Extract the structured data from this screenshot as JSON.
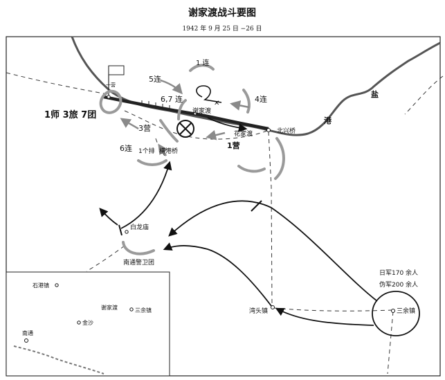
{
  "title": "谢家渡战斗要图",
  "subtitle": "1942 年 9 月 25 日 −26 日",
  "colors": {
    "river": "#5a5a5a",
    "unit": "#9a9a9a",
    "ink": "#111111"
  },
  "labels": {
    "yiying": "一营",
    "brigade": "1师 3旅 7团",
    "company5": "5连",
    "company1": "1 连",
    "company67": "6,7 连",
    "company4": "4连",
    "xiejiadu": "谢家渡",
    "battalion3": "3营",
    "huajiadu": "花家渡",
    "beixingqiao": "北兴桥",
    "battalion1": "1营",
    "company6": "6连",
    "platoon1": "1个排",
    "hengganqiao": "横港桥",
    "river_name_1": "盐",
    "river_name_2": "港",
    "bailongmiao": "白龙庙",
    "guard": "南通警卫团",
    "jp_troops": "日军170 余人",
    "puppet_troops": "伪军200 余人",
    "wantouzhen": "湾头镇",
    "sanyuzhen": "三余镇"
  },
  "inset": {
    "shigangzhen": "石港镇",
    "xiejiadu": "谢家渡",
    "sanyuzhen": "三余镇",
    "jinsha": "金沙",
    "nantong": "南通"
  }
}
